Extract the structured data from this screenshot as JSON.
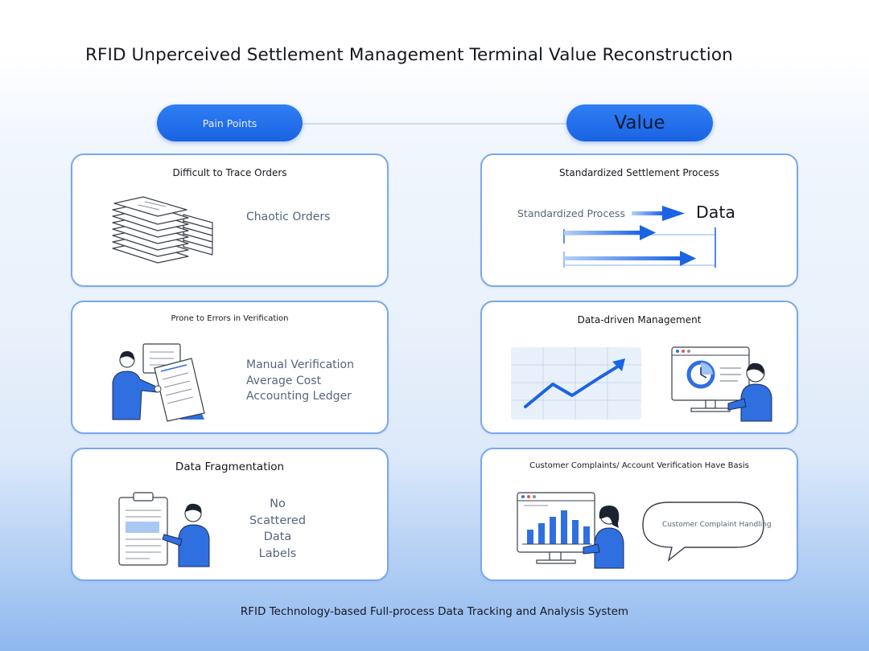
{
  "title": "RFID Unperceived Settlement Management Terminal Value Reconstruction",
  "pain_points_label": "Pain Points",
  "value_label": "Value",
  "pain_cards": [
    {
      "title": "Difficult to Trace Orders",
      "lines": [
        "Chaotic Orders"
      ]
    },
    {
      "title": "Prone to Errors in Verification",
      "lines": [
        "Manual Verification",
        "Average Cost",
        "Accounting Ledger"
      ]
    },
    {
      "title": "Data Fragmentation",
      "lines": [
        "No",
        "Scattered",
        "Data",
        "Labels"
      ]
    }
  ],
  "value_cards": [
    {
      "title": "Standardized Settlement Process",
      "process_label": "Standardized Process",
      "data_label": "Data"
    },
    {
      "title": "Data-driven Management"
    },
    {
      "title": "Customer Complaints/ Account Verification Have Basis",
      "bubble_text": "Customer Complaint Handling"
    }
  ],
  "footer": "RFID Technology-based Full-process Data Tracking and Analysis System",
  "colors": {
    "accent": "#1a63e3",
    "card_border": "#7aa8ec",
    "muted_text": "#56657d"
  }
}
